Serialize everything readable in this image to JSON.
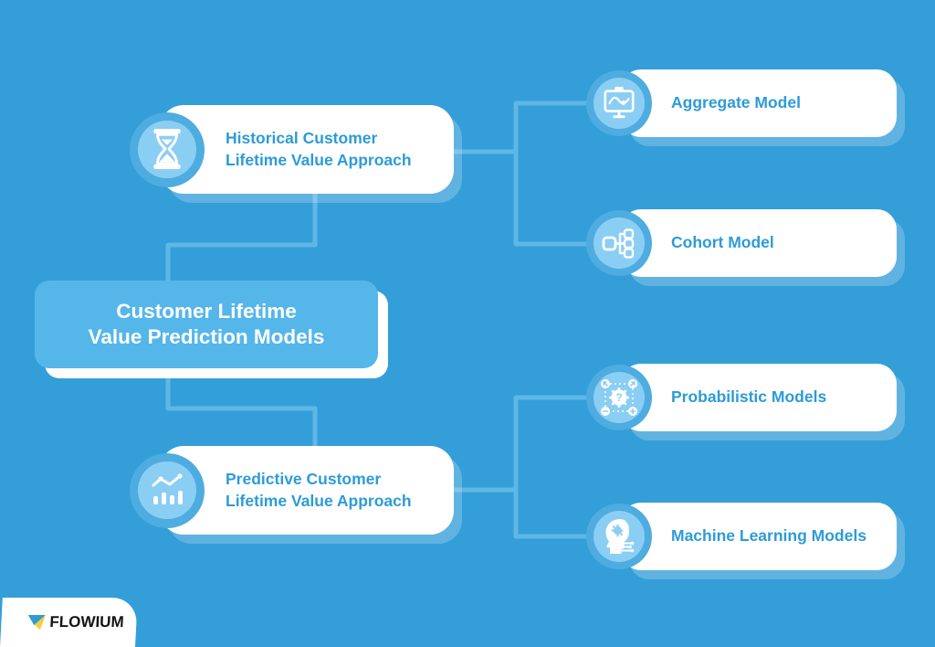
{
  "title": "Customer Lifetime Value Prediction Models",
  "colors": {
    "background": "#349ED9",
    "connector": "#5FB7E5",
    "node_background": "#FFFFFF",
    "node_text": "#2D9BD8",
    "center_node_background": "#55B6EA",
    "center_node_text": "#FFFFFF",
    "icon_circle_outer": "#4EACE0",
    "icon_circle_inner": "#8BCEF4",
    "logo_text": "#141414",
    "logo_mark_blue": "#2F9AD6",
    "logo_mark_yellow": "#F5CE3E"
  },
  "center_node": {
    "line1": "Customer Lifetime",
    "line2": "Value Prediction Models"
  },
  "approach_nodes": [
    {
      "line1": "Historical Customer",
      "line2": "Lifetime Value Approach",
      "icon": "hourglass-icon"
    },
    {
      "line1": "Predictive Customer",
      "line2": "Lifetime Value Approach",
      "icon": "bar-chart-trend-icon"
    }
  ],
  "model_nodes": [
    {
      "label": "Aggregate Model",
      "icon": "presentation-chart-icon",
      "parent": "Historical Customer Lifetime Value Approach"
    },
    {
      "label": "Cohort Model",
      "icon": "hierarchy-icon",
      "parent": "Historical Customer Lifetime Value Approach"
    },
    {
      "label": "Probabilistic Models",
      "icon": "gear-question-icon",
      "parent": "Predictive Customer Lifetime Value Approach"
    },
    {
      "label": "Machine Learning Models",
      "icon": "ai-head-icon",
      "parent": "Predictive Customer Lifetime Value Approach"
    }
  ],
  "brand": {
    "name": "FLOWIUM"
  }
}
